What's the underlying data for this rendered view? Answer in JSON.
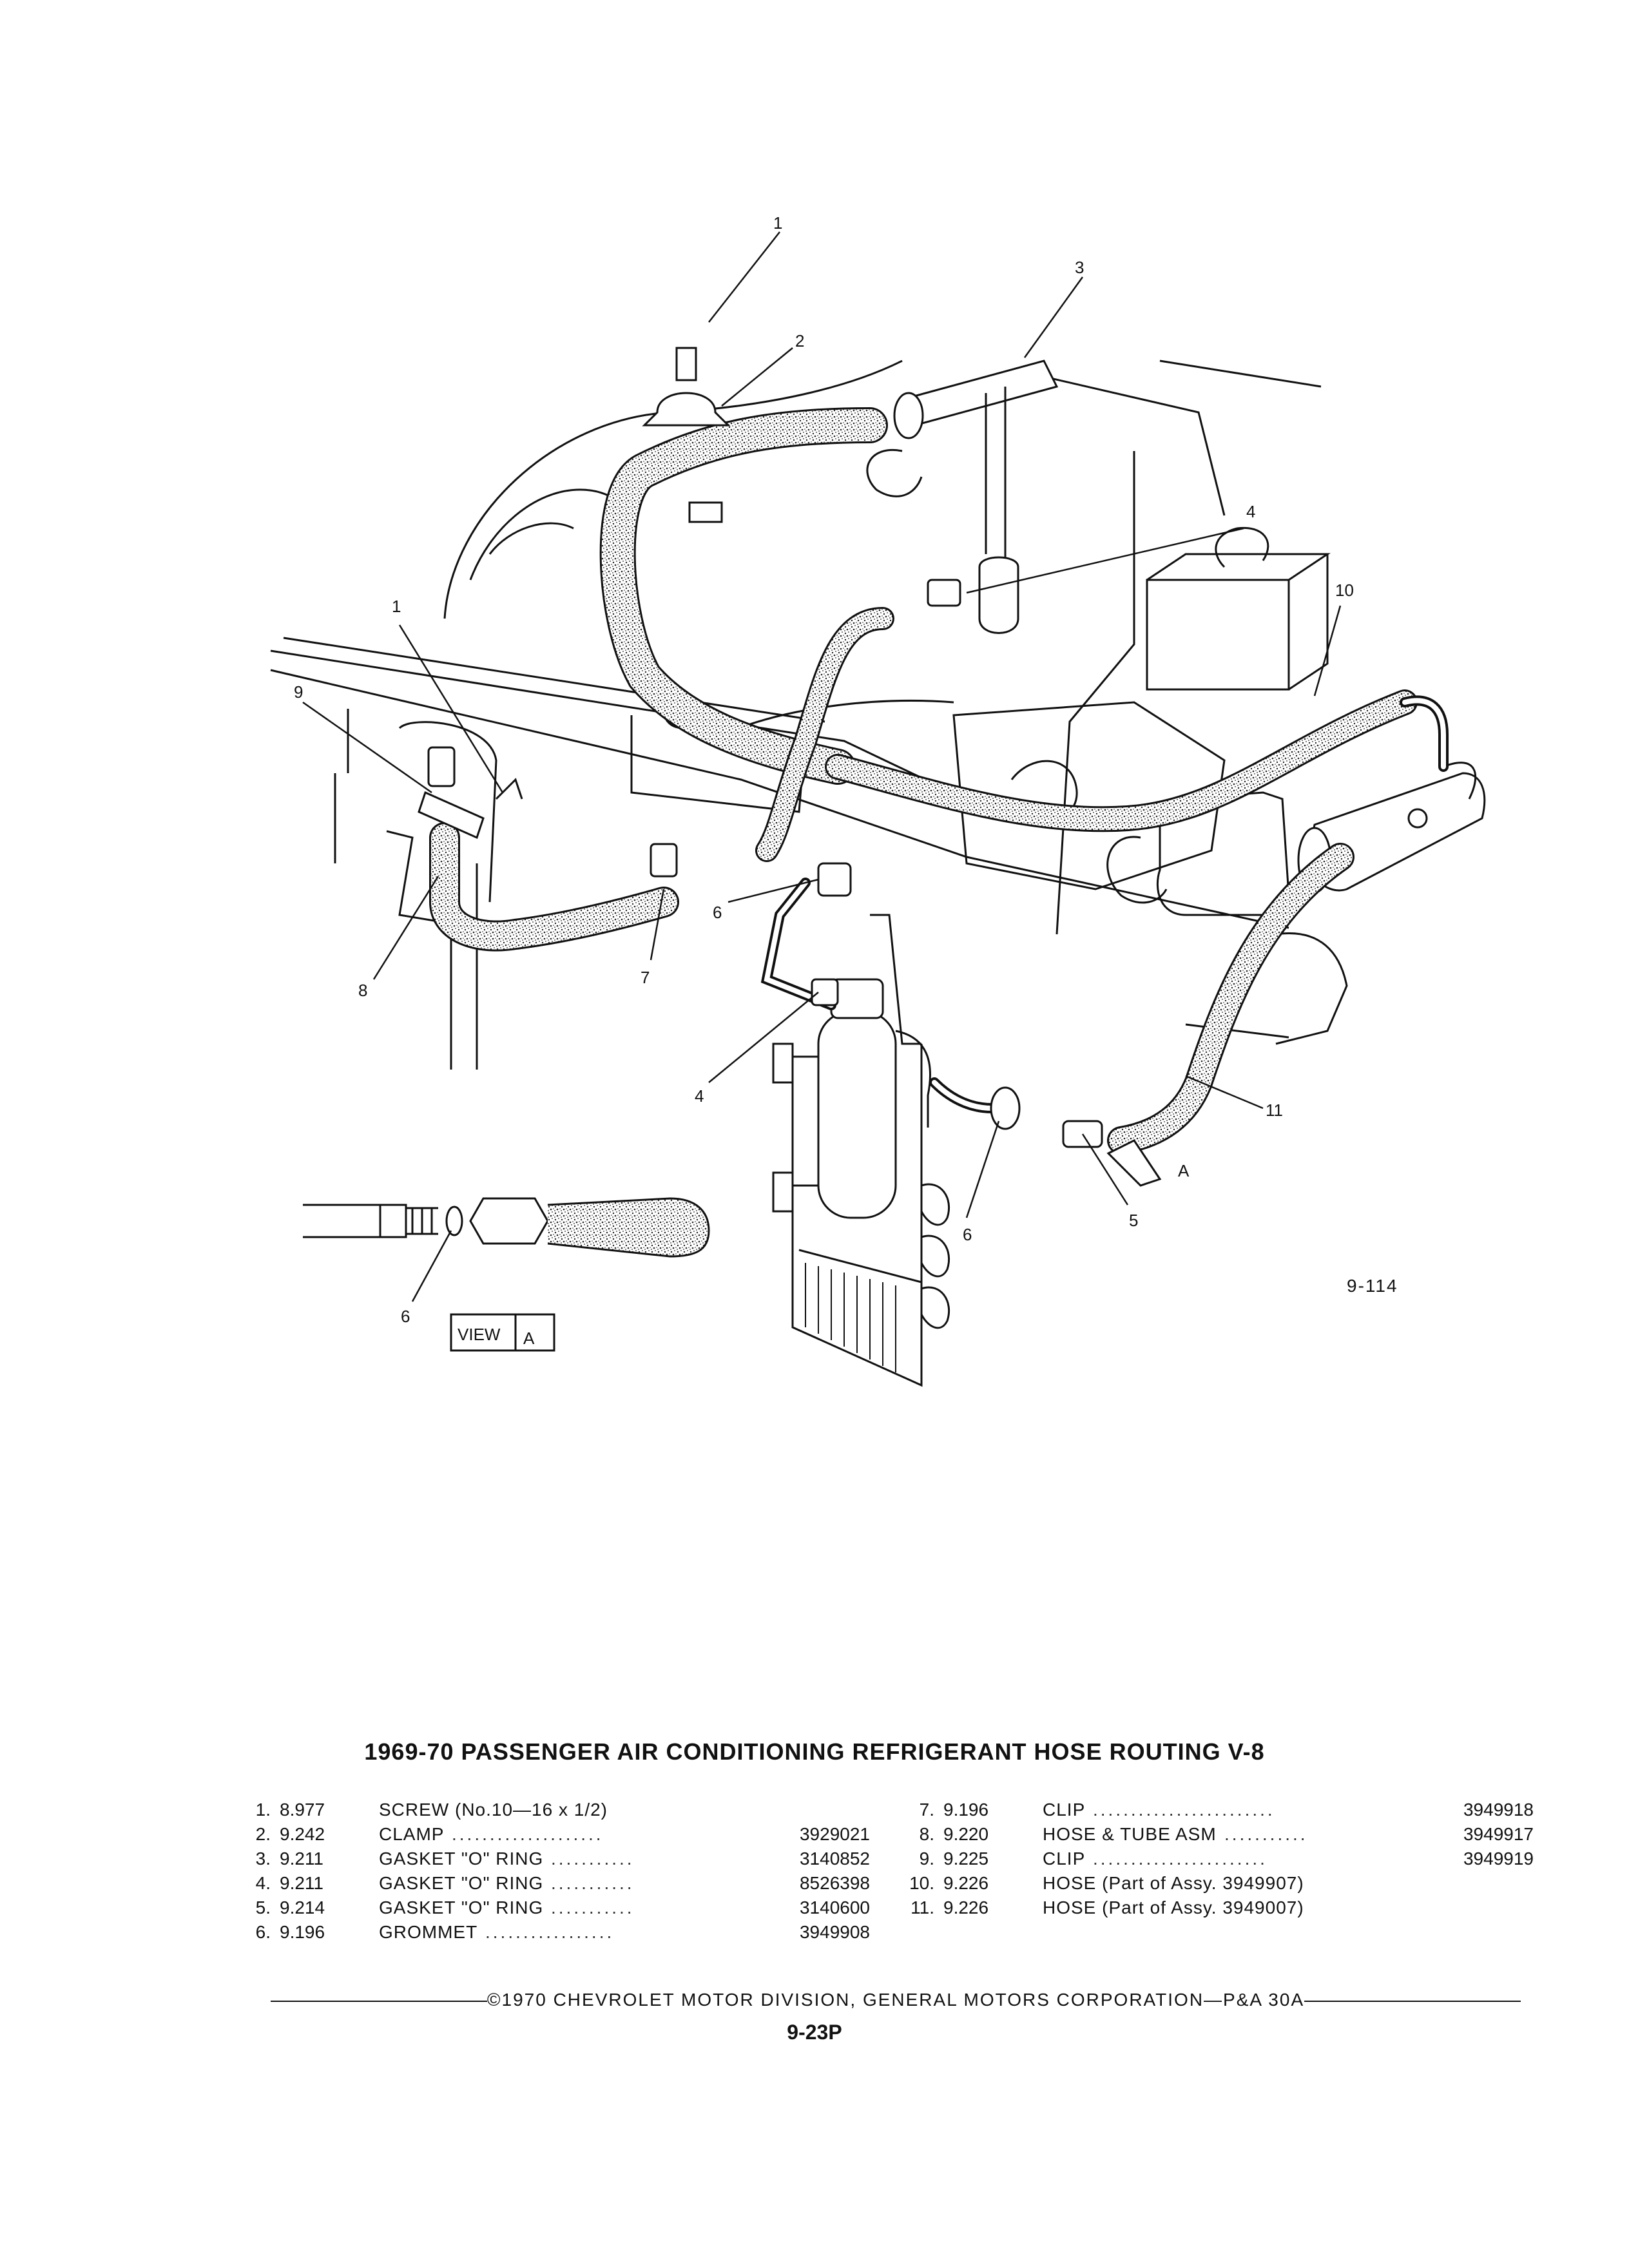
{
  "diagram": {
    "callouts": [
      "1",
      "2",
      "3",
      "4",
      "10",
      "1",
      "9",
      "8",
      "7",
      "6",
      "4",
      "6",
      "5",
      "11",
      "A",
      "6"
    ],
    "figure_id": "9-114",
    "view_label": {
      "word": "VIEW",
      "letter": "A"
    }
  },
  "title": "1969-70 PASSENGER AIR CONDITIONING REFRIGERANT HOSE ROUTING V-8",
  "parts_left": [
    {
      "num": "1.",
      "ref": "8.977",
      "desc": "SCREW (No.10—16 x 1/2)",
      "dots": "",
      "pn": ""
    },
    {
      "num": "2.",
      "ref": "9.242",
      "desc": "CLAMP",
      "dots": "....................",
      "pn": "3929021"
    },
    {
      "num": "3.",
      "ref": "9.211",
      "desc": "GASKET \"O\" RING",
      "dots": "...........",
      "pn": "3140852"
    },
    {
      "num": "4.",
      "ref": "9.211",
      "desc": "GASKET \"O\" RING",
      "dots": "...........",
      "pn": "8526398"
    },
    {
      "num": "5.",
      "ref": "9.214",
      "desc": "GASKET \"O\" RING",
      "dots": "...........",
      "pn": "3140600"
    },
    {
      "num": "6.",
      "ref": "9.196",
      "desc": "GROMMET",
      "dots": ".................",
      "pn": "3949908"
    }
  ],
  "parts_right": [
    {
      "num": "7.",
      "ref": "9.196",
      "desc": "CLIP",
      "dots": "........................",
      "pn": "3949918"
    },
    {
      "num": "8.",
      "ref": "9.220",
      "desc": "HOSE & TUBE ASM",
      "dots": "...........",
      "pn": "3949917"
    },
    {
      "num": "9.",
      "ref": "9.225",
      "desc": "CLIP",
      "dots": ".......................",
      "pn": "3949919"
    },
    {
      "num": "10.",
      "ref": "9.226",
      "desc": "HOSE (Part of Assy. 3949907)",
      "dots": "",
      "pn": ""
    },
    {
      "num": "11.",
      "ref": "9.226",
      "desc": "HOSE (Part of Assy. 3949007)",
      "dots": "",
      "pn": ""
    }
  ],
  "copyright": "©1970 CHEVROLET MOTOR DIVISION, GENERAL MOTORS CORPORATION—P&A 30A",
  "page_number": "9-23P"
}
